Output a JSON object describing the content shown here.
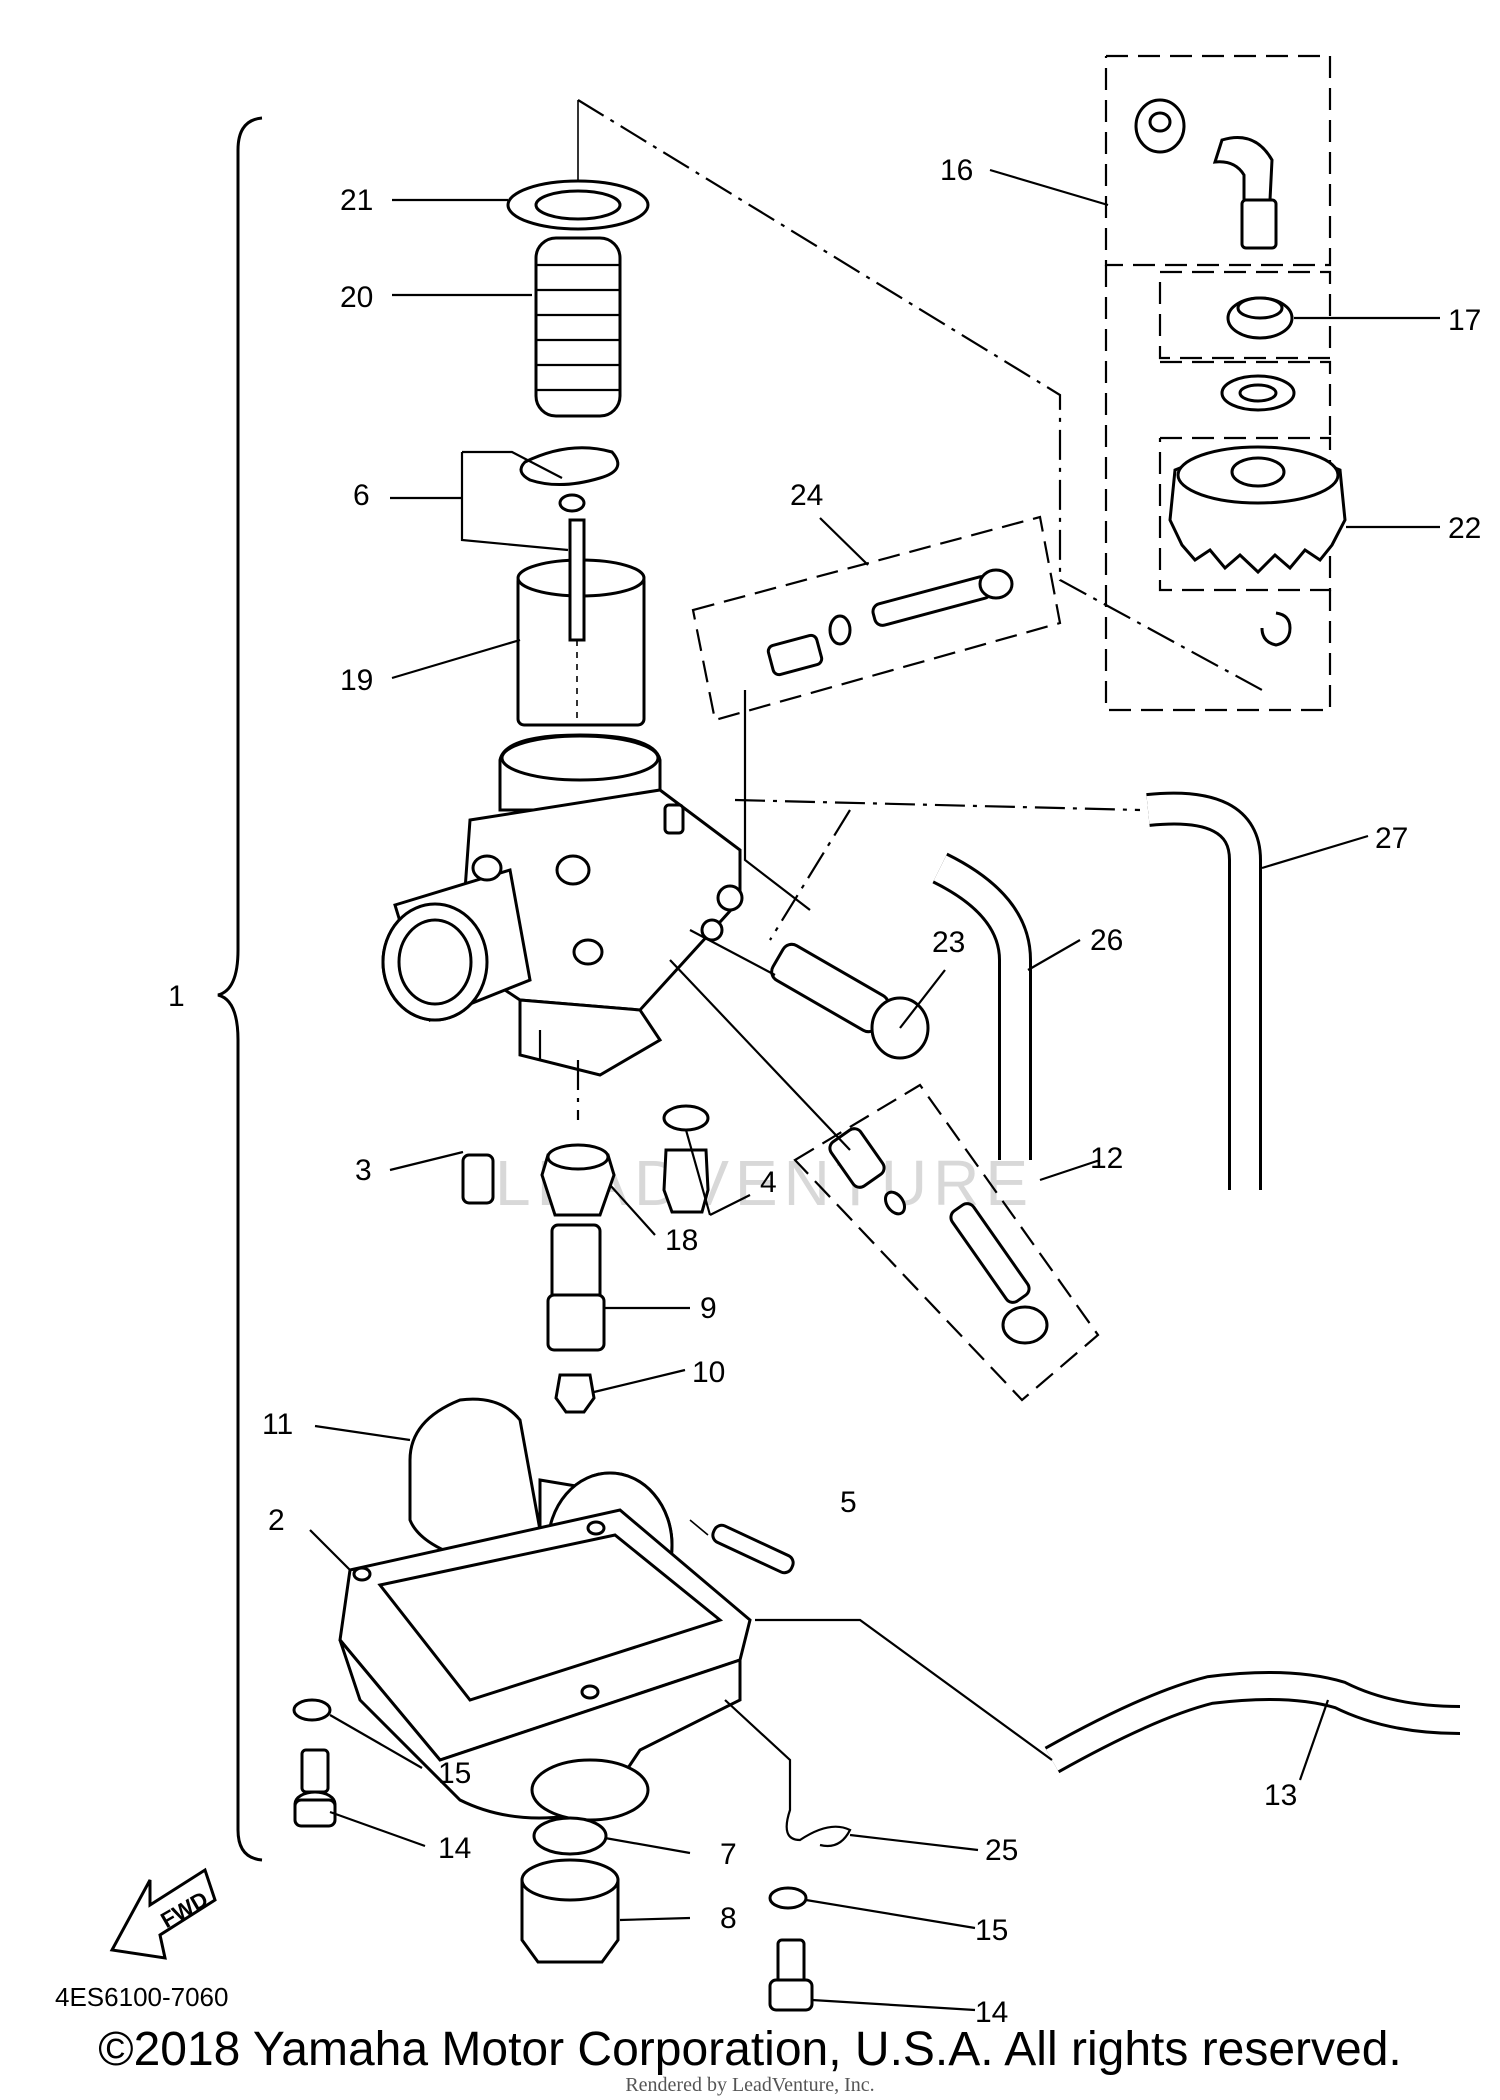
{
  "diagram_code": "4ES6100-7060",
  "fwd_label": "FWD",
  "watermark": "LEADVENTURE",
  "callouts": {
    "c1": "1",
    "c2": "2",
    "c3": "3",
    "c4": "4",
    "c5": "5",
    "c6": "6",
    "c7": "7",
    "c8": "8",
    "c9": "9",
    "c10": "10",
    "c11": "11",
    "c12": "12",
    "c13": "13",
    "c14a": "14",
    "c14b": "14",
    "c15a": "15",
    "c15b": "15",
    "c16": "16",
    "c17": "17",
    "c18": "18",
    "c19": "19",
    "c20": "20",
    "c21": "21",
    "c22": "22",
    "c23": "23",
    "c24": "24",
    "c25": "25",
    "c26": "26",
    "c27": "27"
  },
  "copyright": "©2018 Yamaha Motor Corporation, U.S.A. All rights reserved.",
  "rendered_by": "Rendered by LeadVenture, Inc."
}
